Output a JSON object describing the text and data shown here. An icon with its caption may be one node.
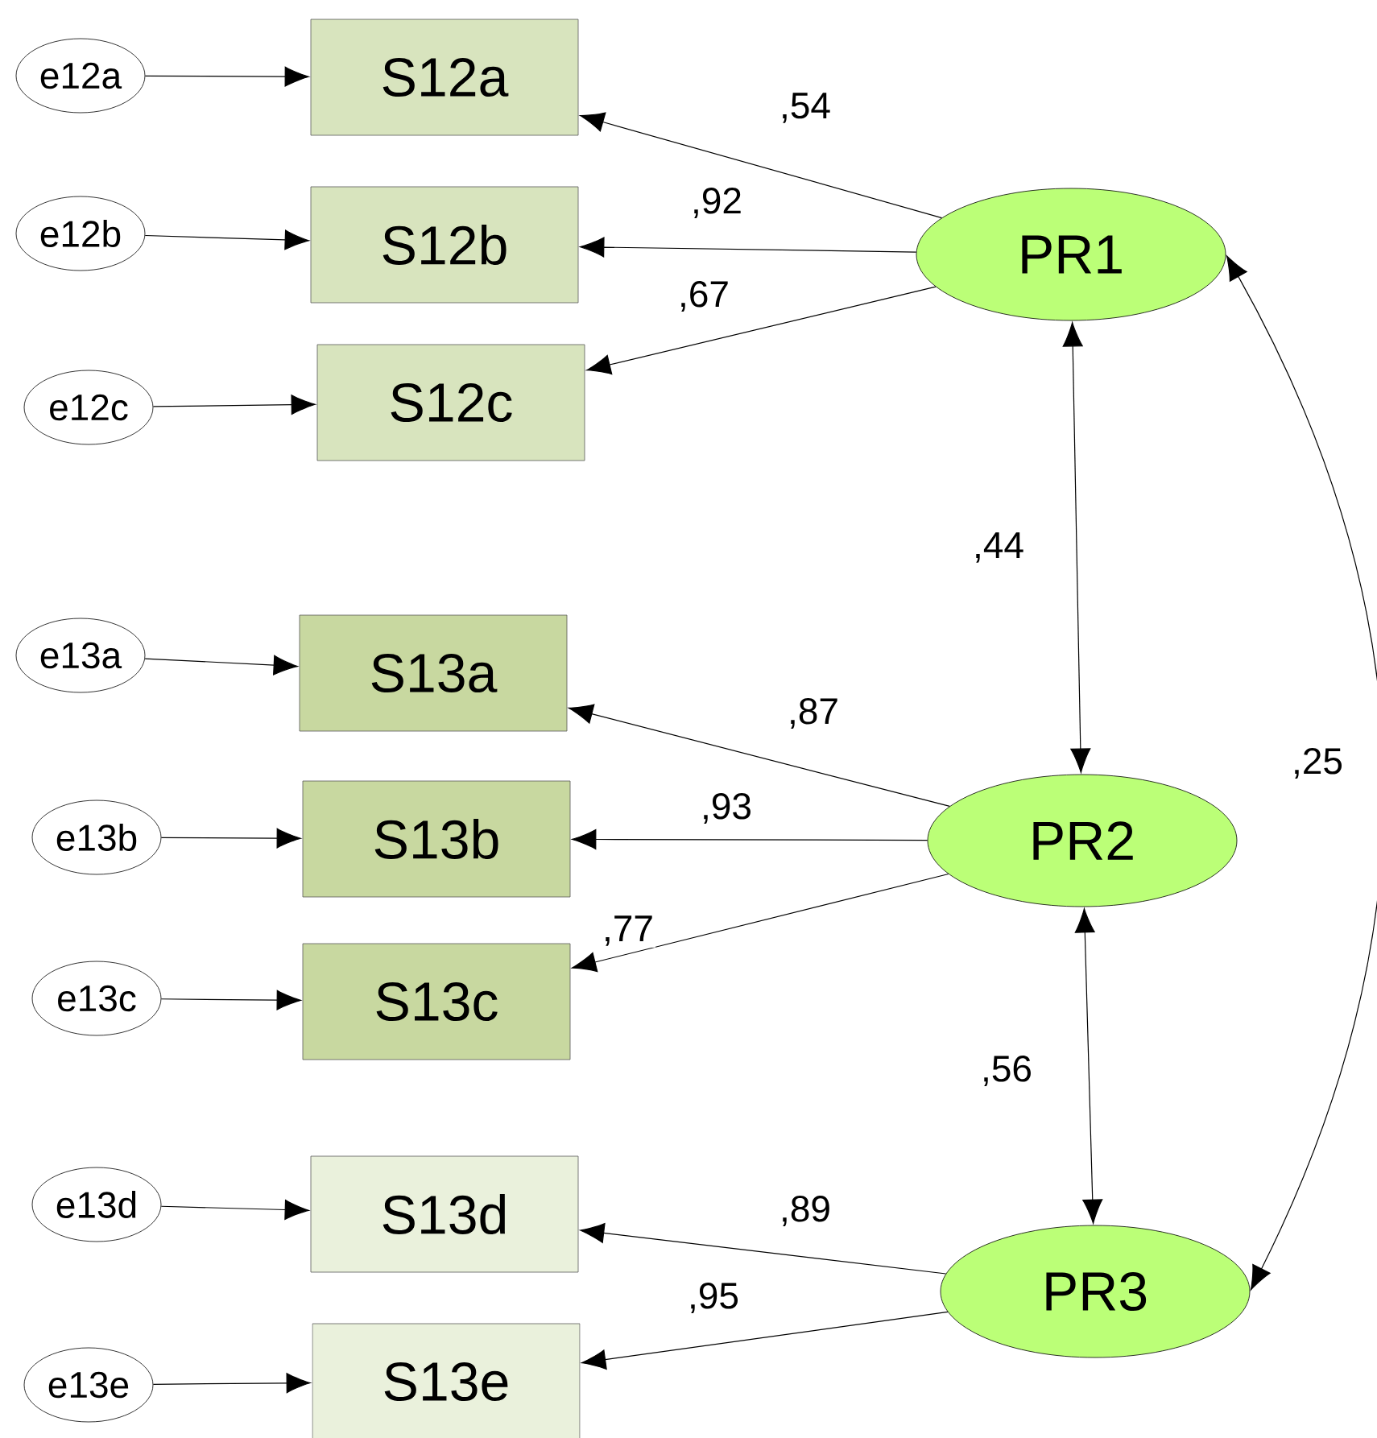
{
  "diagram": {
    "nodes": [
      {
        "text": [
          "e12a"
        ]
      },
      {
        "text": [
          "e12b"
        ]
      },
      {
        "text": [
          "e12c"
        ]
      },
      {
        "text": [
          "e13a"
        ]
      },
      {
        "text": [
          "e13b"
        ]
      },
      {
        "text": [
          "e13c"
        ]
      },
      {
        "text": [
          "e13d"
        ]
      },
      {
        "text": [
          "e13e"
        ]
      },
      {
        "text": [
          "S12a"
        ]
      },
      {
        "text": [
          "S12b"
        ]
      },
      {
        "text": [
          "S12c"
        ]
      },
      {
        "text": [
          "S13a"
        ]
      },
      {
        "text": [
          "S13b"
        ]
      },
      {
        "text": [
          "S13c"
        ]
      },
      {
        "text": [
          "S13d"
        ]
      },
      {
        "text": [
          "S13e"
        ]
      },
      {
        "text": [
          "PR1"
        ]
      },
      {
        "text": [
          "PR2"
        ]
      },
      {
        "text": [
          "PR3"
        ]
      }
    ],
    "edges": [
      {
        "from": 0,
        "to": 8,
        "arrow": "to"
      },
      {
        "from": 1,
        "to": 9,
        "arrow": "to"
      },
      {
        "from": 2,
        "to": 10,
        "arrow": "to"
      },
      {
        "from": 3,
        "to": 11,
        "arrow": "to"
      },
      {
        "from": 4,
        "to": 12,
        "arrow": "to"
      },
      {
        "from": 5,
        "to": 13,
        "arrow": "to"
      },
      {
        "from": 6,
        "to": 14,
        "arrow": "to"
      },
      {
        "from": 7,
        "to": 15,
        "arrow": "to"
      },
      {
        "from": 16,
        "to": 8,
        "arrow": "to",
        "label": ",54"
      },
      {
        "from": 16,
        "to": 9,
        "arrow": "to",
        "label": ",92"
      },
      {
        "from": 16,
        "to": 10,
        "arrow": "to",
        "label": ",67"
      },
      {
        "from": 17,
        "to": 11,
        "arrow": "to",
        "label": ",87"
      },
      {
        "from": 17,
        "to": 12,
        "arrow": "to",
        "label": ",93"
      },
      {
        "from": 17,
        "to": 13,
        "arrow": "to",
        "label": ",77"
      },
      {
        "from": 18,
        "to": 14,
        "arrow": "to",
        "label": ",89"
      },
      {
        "from": 18,
        "to": 15,
        "arrow": "to",
        "label": ",95"
      },
      {
        "from": 16,
        "to": 17,
        "arrow": "both",
        "label": ",44"
      },
      {
        "from": 17,
        "to": 18,
        "arrow": "both",
        "label": ",56"
      },
      {
        "from": 16,
        "to": 18,
        "arrow": "both",
        "label": ",25"
      }
    ]
  }
}
